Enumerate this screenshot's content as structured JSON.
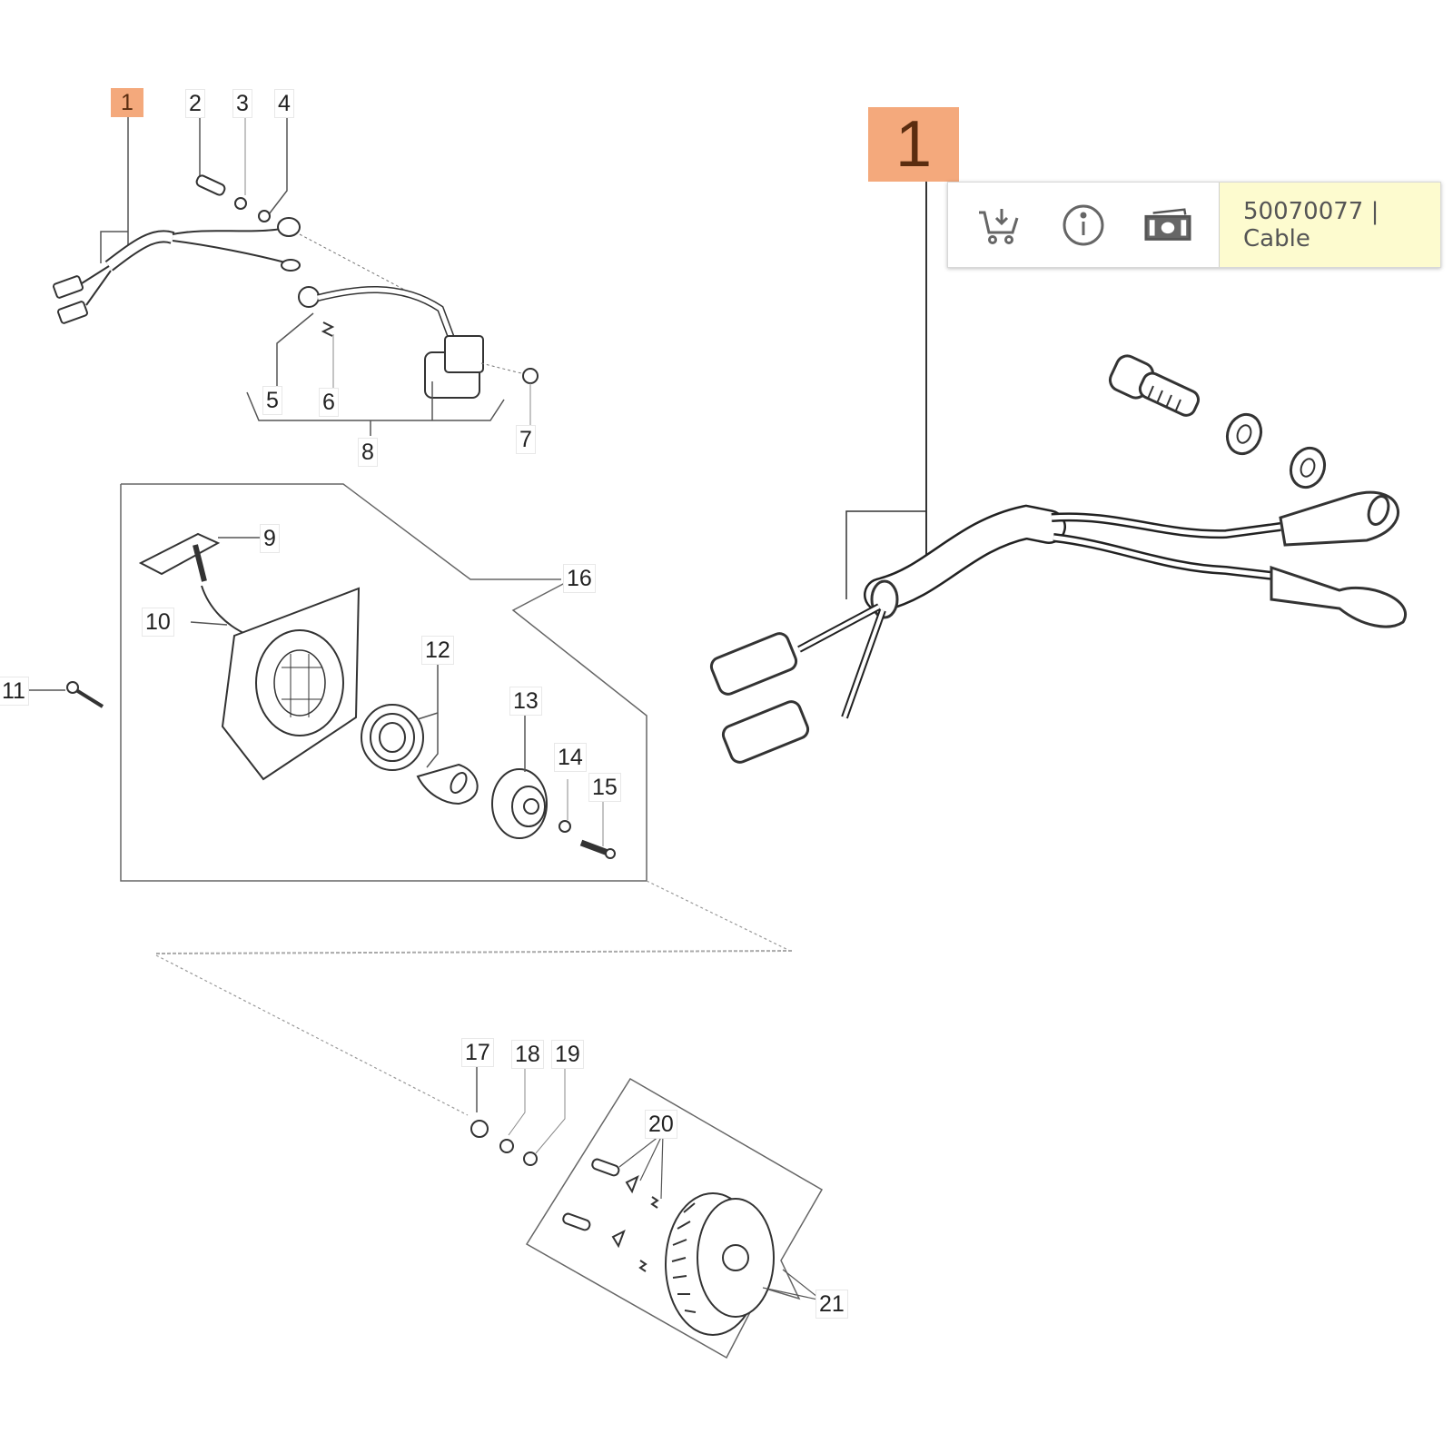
{
  "diagram": {
    "labels": {
      "l1": "1",
      "l2": "2",
      "l3": "3",
      "l4": "4",
      "l5": "5",
      "l6": "6",
      "l7": "7",
      "l8": "8",
      "l9": "9",
      "l10": "10",
      "l11": "11",
      "l12": "12",
      "l13": "13",
      "l14": "14",
      "l15": "15",
      "l16": "16",
      "l17": "17",
      "l18": "18",
      "l19": "19",
      "l20": "20",
      "l21": "21"
    },
    "highlight_color": "#f4a97c"
  },
  "detail": {
    "callout": "1"
  },
  "popup": {
    "icons": [
      "cart-download-icon",
      "info-icon",
      "price-icon"
    ],
    "part_info": "50070077 | Cable",
    "background": "#fdfbcf"
  }
}
